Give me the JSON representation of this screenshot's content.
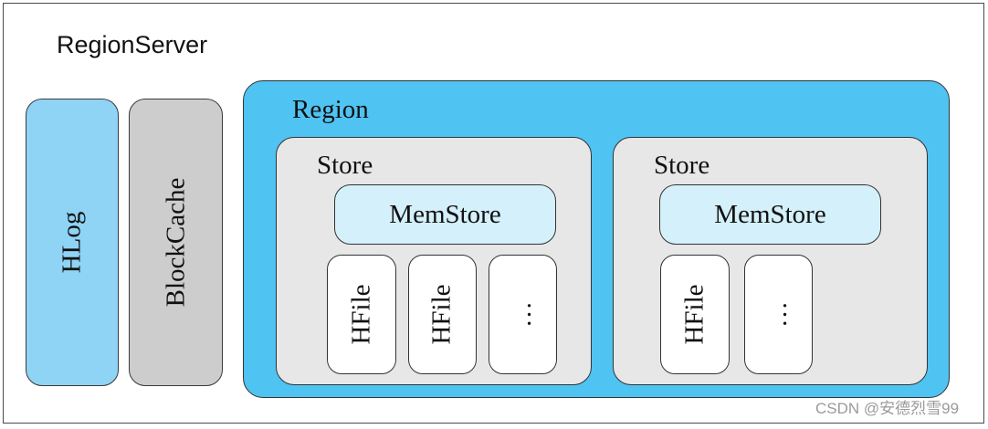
{
  "title": "RegionServer",
  "hlog": {
    "label": "HLog"
  },
  "block_cache": {
    "label": "BlockCache"
  },
  "region": {
    "label": "Region",
    "stores": [
      {
        "label": "Store",
        "memstore": "MemStore",
        "files": [
          "HFile",
          "HFile",
          "…"
        ]
      },
      {
        "label": "Store",
        "memstore": "MemStore",
        "files": [
          "HFile",
          "…"
        ]
      }
    ]
  },
  "watermark": "CSDN @安德烈雪99",
  "colors": {
    "hlog": "#8fd3f5",
    "block_cache": "#cdcdcd",
    "region": "#4fc3f1",
    "store": "#e7e7e7",
    "memstore": "#d4f0fb",
    "hfile": "#ffffff"
  }
}
